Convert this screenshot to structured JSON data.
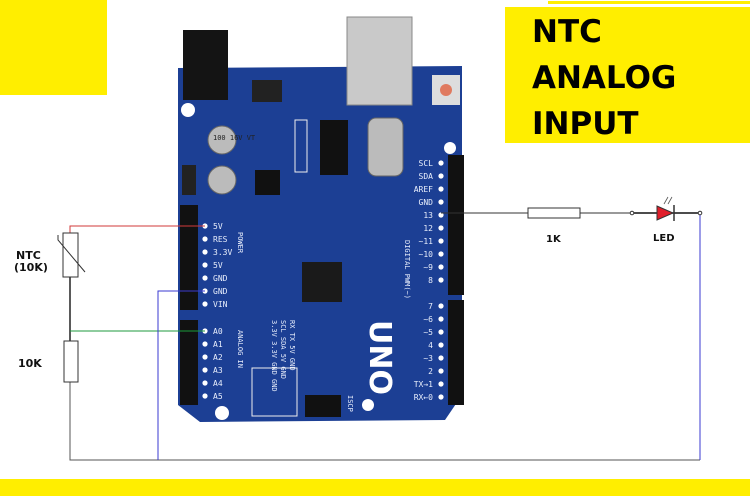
{
  "title": {
    "line1": "NTC",
    "line2": "ANALOG",
    "line3": "INPUT"
  },
  "components": {
    "thermistor_label": "NTC",
    "thermistor_value": "(10K)",
    "resistor_pulldown": "10K",
    "resistor_led": "1K",
    "led": "LED"
  },
  "board": {
    "name": "UNO",
    "power_header_label": "POWER",
    "analog_header_label": "ANALOG IN",
    "digital_header_label": "DIGITAL PWM(~)",
    "power_pins": [
      "5V",
      "RES",
      "3.3V",
      "5V",
      "GND",
      "GND",
      "VIN"
    ],
    "analog_pins": [
      "A0",
      "A1",
      "A2",
      "A3",
      "A4",
      "A5"
    ],
    "digital_top_pins": [
      "SCL",
      "SDA",
      "AREF",
      "GND",
      "13",
      "12",
      "~11",
      "~10",
      "~9",
      "8"
    ],
    "digital_bottom_pins": [
      "7",
      "~6",
      "~5",
      "4",
      "~3",
      "2",
      "TX→1",
      "RX←0"
    ],
    "capacitor_marking": "100 16V VT",
    "icsp_label": "ISCP",
    "mid_silk": [
      "RX  TX  5V  GND",
      "SCL SDA 5V  GND",
      "3.3V 3.3V GND GND"
    ]
  },
  "colors": {
    "highlight": "#ffee00",
    "board": "#1c3f94",
    "wire_5v": "#d23a3a",
    "wire_gnd": "#3a3ad0",
    "wire_a0": "#1c9a3c",
    "led": "#e01e2a"
  }
}
